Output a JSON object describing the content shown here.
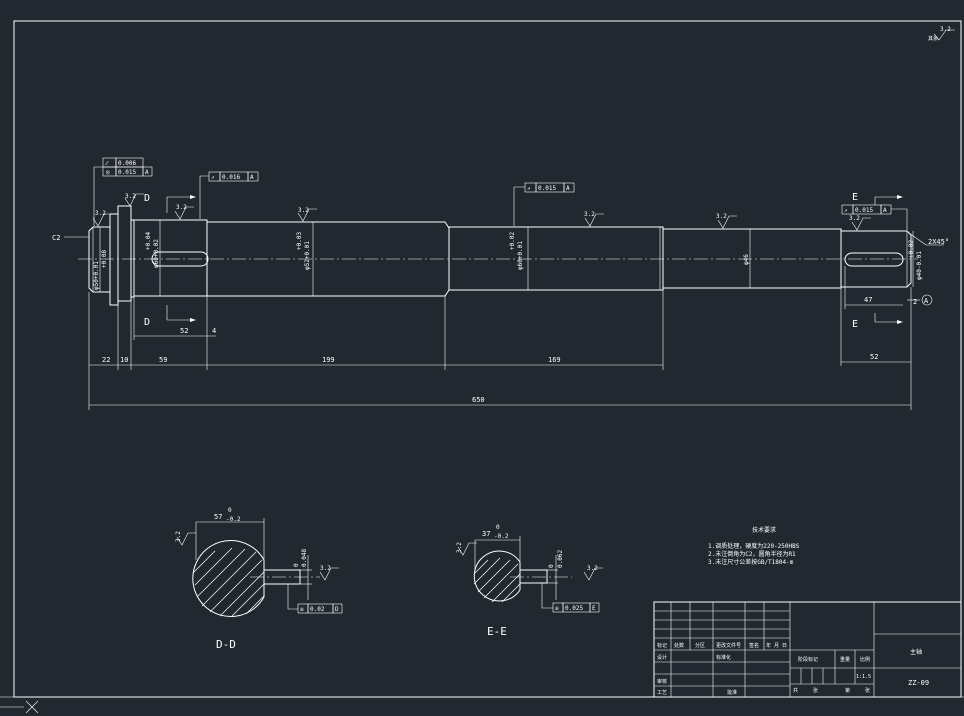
{
  "roughness_corner": {
    "value": "3.2",
    "note": "其余"
  },
  "tolerances": {
    "left_runout": "0.006",
    "left_parallel": "0.015",
    "left_datum": "A",
    "shoulder_runout": "0.016",
    "shoulder_datum": "A",
    "mid_runout": "0.015",
    "mid_datum": "A",
    "right_runout": "0.015",
    "right_datum": "A"
  },
  "roughness_values": {
    "r1": "3.2",
    "r2": "3.2",
    "r3": "3.2",
    "r4": "3.2",
    "r5": "3.2",
    "r6": "3.2",
    "r7": "3.2",
    "r8": "3.2",
    "r9": "3.2"
  },
  "diameters": {
    "d1": "φ50+0.08 +0.01",
    "d1_top": "+0.08",
    "d1_bot": "φ50+0.01",
    "d2_top": "+0.04",
    "d2_bot": "φ60+0.02",
    "d3_top": "+0.03",
    "d3_bot": "φ52+0.01",
    "d4_top": "+0.02",
    "d4_bot": "φ60+0.01",
    "d5": "φ46",
    "d6_top": "+0.02",
    "d6_bot": "φ40-0.01"
  },
  "labels": {
    "c2": "C2",
    "section_d_top": "D",
    "section_d_bot": "D",
    "section_e_top": "E",
    "section_e_bot": "E",
    "chamfer": "2X45°",
    "datum_a": "A",
    "datum_a_num": "2"
  },
  "dimensions": {
    "len_22": "22",
    "len_10": "10",
    "len_59": "59",
    "len_199": "199",
    "len_169": "169",
    "len_52_right": "52",
    "len_650": "650",
    "key_52": "52",
    "key_4": "4",
    "key_47": "47"
  },
  "section_dd": {
    "title": "D-D",
    "width_dim": "57",
    "width_tol_top": "0",
    "width_tol_bot": "-0.2",
    "depth_tol_top": "0",
    "depth_tol_bot": "0.048",
    "roughness_left": "3.2",
    "roughness_right": "3.2",
    "sym_value": "0.02",
    "sym_datum": "D"
  },
  "section_ee": {
    "title": "E-E",
    "width_dim": "37",
    "width_tol_top": "0",
    "width_tol_bot": "-0.2",
    "depth_tol_top": "0",
    "depth_tol_bot": "0.062",
    "roughness_left": "3.2",
    "roughness_right": "3.2",
    "sym_value": "0.025",
    "sym_datum": "E"
  },
  "tech_requirements": {
    "title": "技术要求",
    "items": [
      "1.调质处理，硬度为220-250HBS",
      "2.未注倒角为C2，圆角半径为R1",
      "3.未注尺寸公差按GB/T1804-m"
    ]
  },
  "title_block": {
    "headers": [
      "标记",
      "处数",
      "分区",
      "更改文件号",
      "签名",
      "年 月 日"
    ],
    "design": "设计",
    "standard": "标准化",
    "check": "审核",
    "craft": "工艺",
    "approve": "批准",
    "stage_mark": "阶段标记",
    "weight": "重量",
    "scale": "比例",
    "scale_value": "1:1.5",
    "sheets_total": "共",
    "sheet": "张",
    "sheet_no": "第",
    "sheet_no2": "张",
    "part_name": "主轴",
    "drawing_no": "ZZ-09"
  }
}
